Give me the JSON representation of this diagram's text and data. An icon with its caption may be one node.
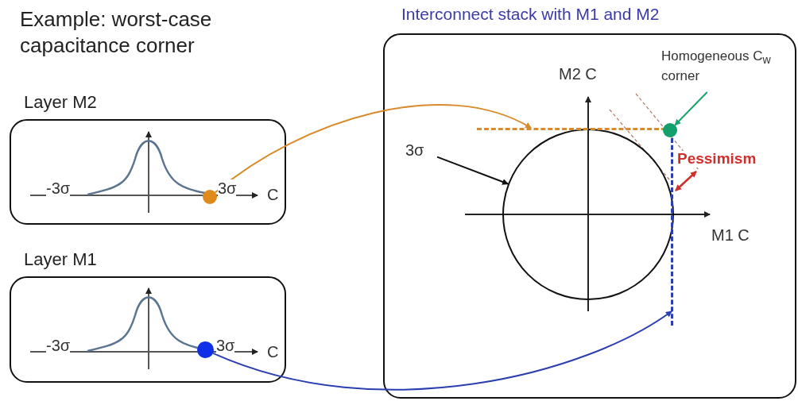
{
  "diagram": {
    "title": "Example: worst-case capacitance corner",
    "nodes": [
      {
        "text": [
          "Layer M2"
        ]
      },
      {
        "text": [],
        "shape": "circle",
        "in": 0
      },
      {
        "text": [
          "Layer M1"
        ]
      },
      {
        "text": [],
        "shape": "circle",
        "in": 2
      },
      {
        "text": [
          "Interconnect stack with M1 and M2"
        ]
      },
      {
        "text": [
          "3σ"
        ],
        "in": 4
      },
      {
        "text": [],
        "shape": "circle",
        "in": 4
      },
      {
        "text": [],
        "shape": "bar",
        "in": 4
      },
      {
        "text": [],
        "shape": "bar",
        "in": 4
      },
      {
        "text": [
          "Homogeneous C$_{w}$ corner"
        ],
        "in": 4
      },
      {
        "text": [],
        "shape": "circle",
        "in": 4
      }
    ],
    "edges": [
      {
        "from": 1,
        "to": 7,
        "arrow": "to",
        "color": "#d98b2b"
      },
      {
        "from": 3,
        "to": 8,
        "arrow": "to",
        "color": "#2b3fb0"
      },
      {
        "from": 5,
        "to": 6,
        "arrow": "to",
        "color": "#111111"
      },
      {
        "from": 9,
        "to": 10,
        "arrow": "to",
        "color": "#1aa36a"
      }
    ],
    "labels": [
      "-3σ",
      "3σ",
      "C",
      "-3σ",
      "3σ",
      "C",
      "M2 C",
      "Pessimism",
      "M1 C"
    ]
  }
}
